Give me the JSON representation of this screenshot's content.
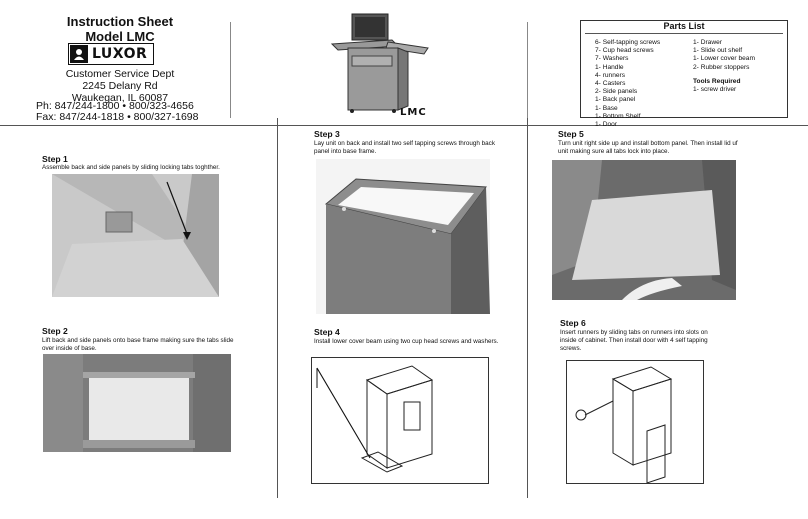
{
  "header": {
    "title_line1": "Instruction Sheet",
    "title_line2": "Model LMC",
    "logo_text": "LUXOR",
    "dept": "Customer Service Dept",
    "street": "2245 Delany Rd",
    "city": "Waukegan, IL 60087",
    "phone": "Ph:  847/244-1800 • 800/323-4656",
    "fax": "Fax: 847/244-1818 • 800/327-1698"
  },
  "product": {
    "caption": "LMC"
  },
  "parts": {
    "title": "Parts List",
    "col1": [
      "6- Self-tapping screws",
      "7- Cup head screws",
      "7- Washers",
      "1- Handle",
      "4- runners",
      "4- Casters",
      "2- Side panels",
      "1- Back panel",
      "1- Base",
      "1- Bottom Shelf",
      "1- Door"
    ],
    "col2": [
      "1- Drawer",
      "1- Slide out shelf",
      "1- Lower cover beam",
      "2- Rubber stoppers"
    ],
    "tools_heading": "Tools Required",
    "tools": [
      "1- screw driver"
    ]
  },
  "steps": [
    {
      "heading": "Step 1",
      "line1": "Assemble back and side panels by sliding locking tabs toghther.",
      "line2": ""
    },
    {
      "heading": "Step 2",
      "line1": "Lift back and side panels onto base frame making sure the tabs slide",
      "line2": "over inside of base."
    },
    {
      "heading": "Step 3",
      "line1": "Lay unit on back and install two self tapping screws through back",
      "line2": "panel into base frame."
    },
    {
      "heading": "Step 4",
      "line1": "Install lower cover beam using two cup head screws and washers.",
      "line2": ""
    },
    {
      "heading": "Step 5",
      "line1": "Turn unit right side up and install bottom panel. Then install lid uf",
      "line2": "unit making sure all tabs lock into place."
    },
    {
      "heading": "Step 6",
      "line1": "Insert runners by sliding tabs on runners into slots on",
      "line2": "inside of cabinet. Then install door with 4 self tapping",
      "line3": "screws."
    }
  ]
}
